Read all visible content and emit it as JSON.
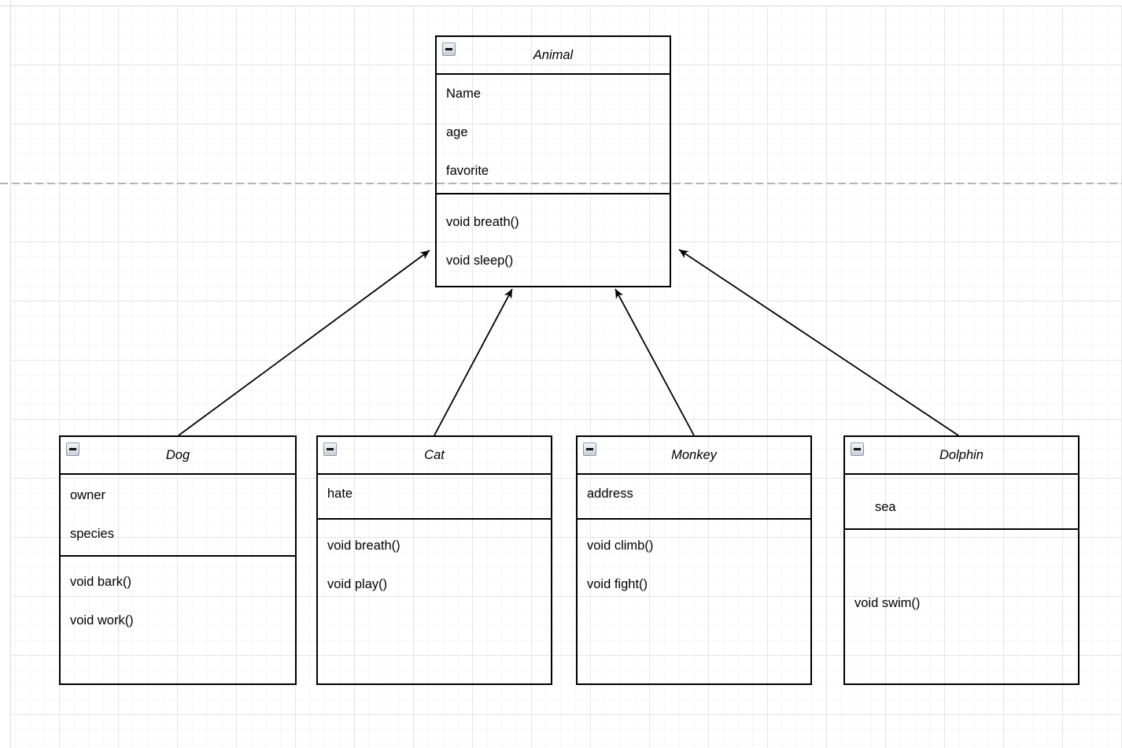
{
  "diagram": {
    "type": "uml-class-diagram",
    "colors": {
      "canvas_background": "#ffffff",
      "grid_minor": "#f5f5f5",
      "grid_major": "#e5e5e5",
      "page_edge": "#dadada",
      "page_break_dashed": "#b3b3b3",
      "shape_stroke": "#000000",
      "text": "#000000"
    },
    "icons": {
      "collapse": "minus-square-icon"
    },
    "classes": [
      {
        "name": "Animal",
        "fields": [
          "Name",
          "age",
          "favorite"
        ],
        "methods": [
          "void breath()",
          "void sleep()"
        ]
      },
      {
        "name": "Dog",
        "fields": [
          "owner",
          "species"
        ],
        "methods": [
          "void bark()",
          "void work()"
        ]
      },
      {
        "name": "Cat",
        "fields": [
          "hate"
        ],
        "methods": [
          "void breath()",
          "void play()"
        ]
      },
      {
        "name": "Monkey",
        "fields": [
          "address"
        ],
        "methods": [
          "void climb()",
          "void fight()"
        ]
      },
      {
        "name": "Dolphin",
        "fields": [
          "sea"
        ],
        "methods": [
          "void swim()"
        ]
      }
    ],
    "connections": [
      {
        "from": "Dog",
        "to": "Animal",
        "type": "inheritance"
      },
      {
        "from": "Cat",
        "to": "Animal",
        "type": "inheritance"
      },
      {
        "from": "Monkey",
        "to": "Animal",
        "type": "inheritance"
      },
      {
        "from": "Dolphin",
        "to": "Animal",
        "type": "inheritance"
      }
    ]
  }
}
